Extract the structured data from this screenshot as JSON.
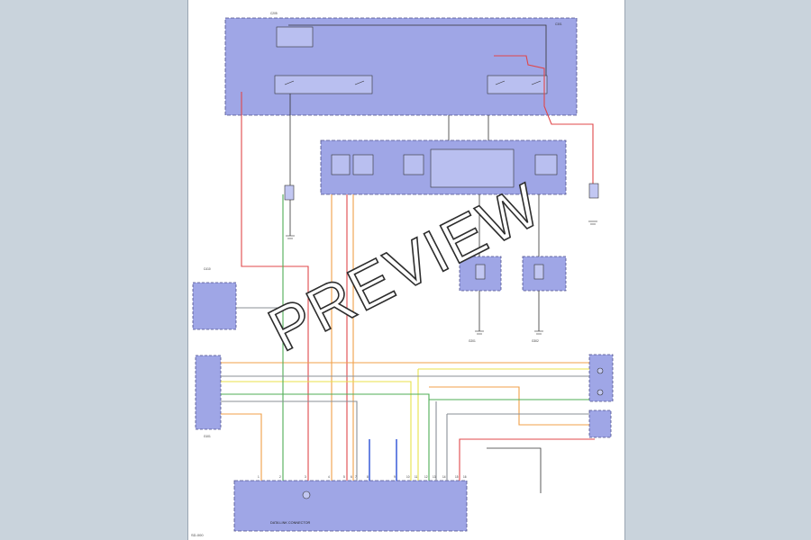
{
  "diagram": {
    "watermark": "PREVIEW",
    "module_title": "DATA LINK CONNECTOR",
    "page_number": "SD-000",
    "connector_labels": [
      "C205",
      "C301",
      "C410",
      "G101",
      "G201",
      "G302"
    ],
    "terminal_labels": [
      "1",
      "2",
      "3",
      "4",
      "5",
      "6",
      "7",
      "8",
      "9",
      "10",
      "11",
      "12",
      "13",
      "14",
      "15",
      "16"
    ],
    "colors": {
      "red": "#e0474a",
      "orange": "#f0a048",
      "yellow": "#e8e24a",
      "green": "#4fae55",
      "blue": "#2a4fd6",
      "gray": "#8a8f96",
      "black": "#333333",
      "module_fill": "#9fa6e6",
      "module_border": "#4c4f8a"
    }
  }
}
